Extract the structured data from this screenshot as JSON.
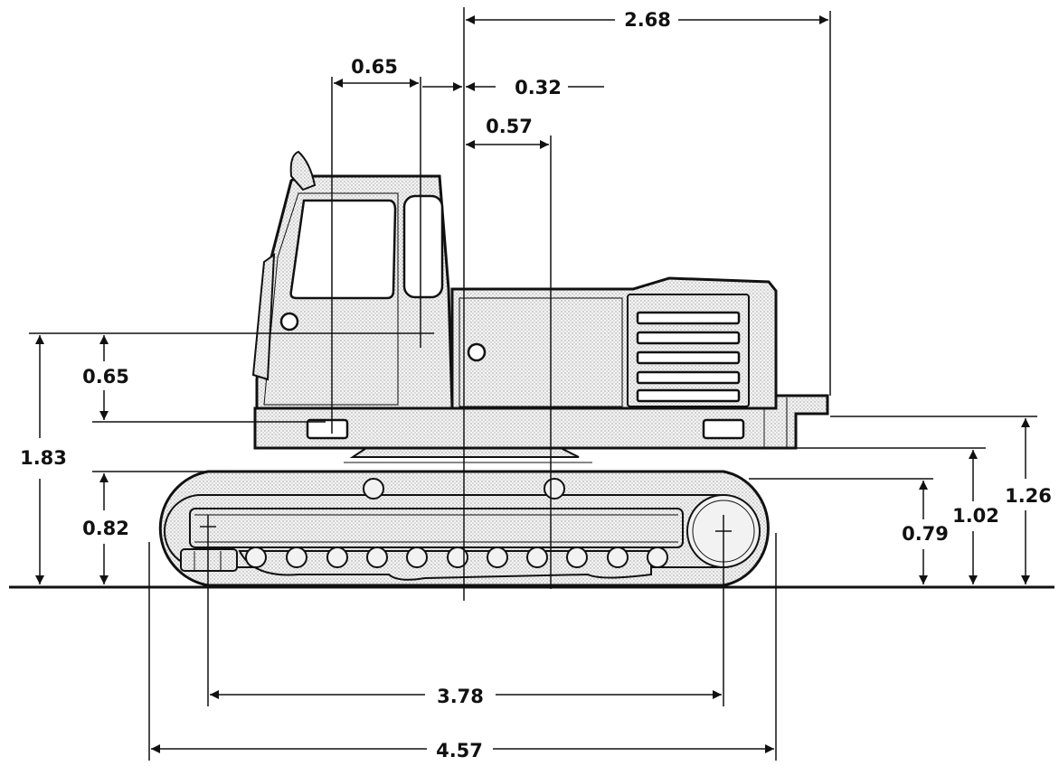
{
  "dimensions": {
    "overall_length": "4.57",
    "tumbler_distance": "3.78",
    "tail_swing_radius": "2.68",
    "cab_width_offset": "0.65",
    "cab_offset_to_center": "0.32",
    "pivot_offset": "0.57",
    "overall_height": "1.83",
    "cab_height_above_deck": "0.65",
    "track_height": "0.82",
    "ground_clearance_counterweight": "1.26",
    "deck_height": "1.02",
    "track_frame_height": "0.79"
  },
  "colors": {
    "line": "#111111",
    "shading": "#9a9a9a",
    "background": "#ffffff"
  }
}
